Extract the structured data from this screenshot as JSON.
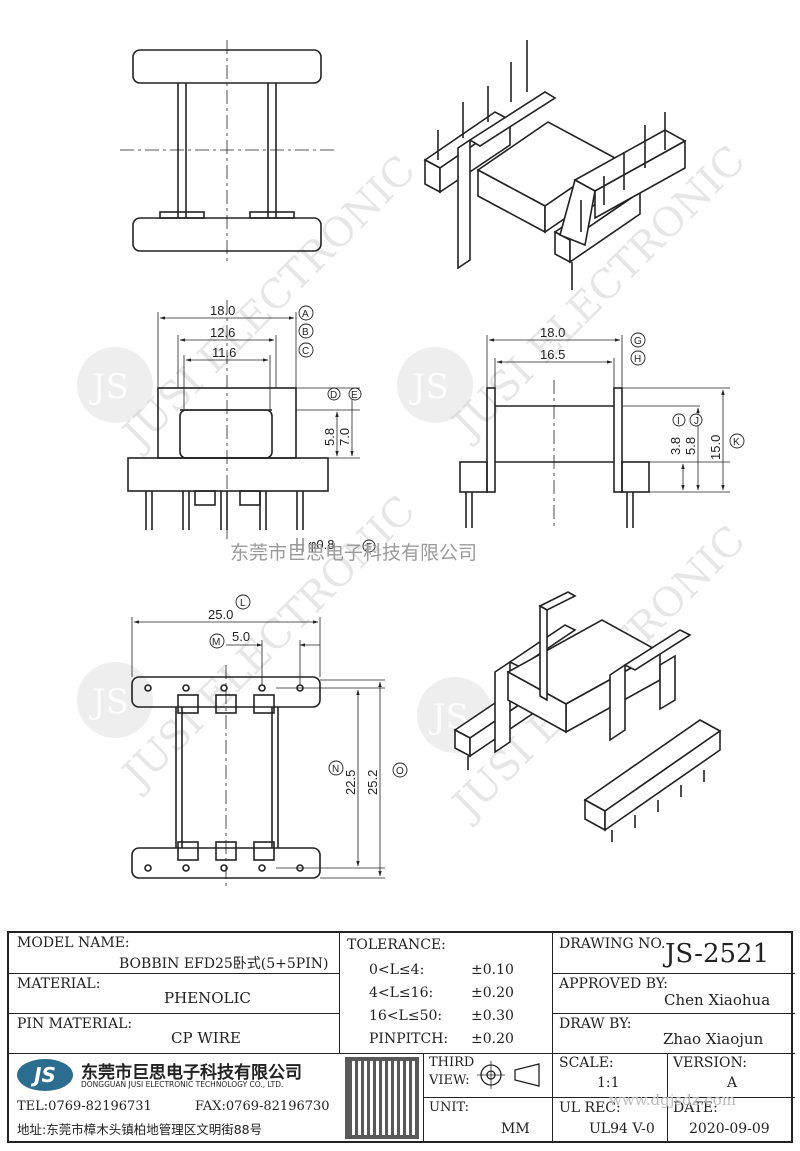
{
  "watermark": {
    "company_cn": "东莞市巨思电子科技有限公司",
    "brand_en": "JUSI ELECTRONIC",
    "logo_text": "JS"
  },
  "dimensions": {
    "front": {
      "A": "18.0",
      "B": "12.6",
      "C": "11.6",
      "D_E": "5.8",
      "E": "7.0",
      "F": "φ0.8"
    },
    "side": {
      "G": "18.0",
      "H": "16.5",
      "I": "3.8",
      "J": "5.8",
      "K": "15.0"
    },
    "bottom": {
      "L": "25.0",
      "M": "5.0",
      "N": "22.5",
      "O": "25.2"
    },
    "bubbles": {
      "A": "A",
      "B": "B",
      "C": "C",
      "D": "D",
      "E": "E",
      "F": "F",
      "G": "G",
      "H": "H",
      "I": "I",
      "J": "J",
      "K": "K",
      "L": "L",
      "M": "M",
      "N": "N",
      "O": "O"
    }
  },
  "title_block": {
    "model_name_label": "MODEL NAME:",
    "model_name": "BOBBIN EFD25卧式(5+5PIN)",
    "material_label": "MATERIAL:",
    "material": "PHENOLIC",
    "pin_material_label": "PIN MATERIAL:",
    "pin_material": "CP WIRE",
    "tolerance_label": "TOLERANCE:",
    "tolerances": [
      {
        "range": "0<L≤4:",
        "value": "±0.10"
      },
      {
        "range": "4<L≤16:",
        "value": "±0.20"
      },
      {
        "range": "16<L≤50:",
        "value": "±0.30"
      },
      {
        "range": "PINPITCH:",
        "value": "±0.20"
      }
    ],
    "drawing_no_label": "DRAWING NO.",
    "drawing_no": "JS-2521",
    "approved_by_label": "APPROVED BY:",
    "approved_by": "Chen Xiaohua",
    "draw_by_label": "DRAW BY:",
    "draw_by": "Zhao Xiaojun",
    "third_view_label_1": "THIRD",
    "third_view_label_2": "VIEW:",
    "unit_label": "UNIT:",
    "unit": "MM",
    "scale_label": "SCALE:",
    "scale": "1:1",
    "version_label": "VERSION:",
    "version": "A",
    "ul_rec_label": "UL REC:",
    "ul_rec": "UL94 V-0",
    "date_label": "DATE:",
    "date": "2020-09-09",
    "company_cn": "东莞市巨思电子科技有限公司",
    "company_en": "DONGGUAN JUSI ELECTRONIC TECHNOLOGY CO., LTD.",
    "tel": "TEL:0769-82196731",
    "fax": "FAX:0769-82196730",
    "address": "地址:东莞市樟木头镇柏地管理区文明街88号",
    "logo_text": "JS",
    "website": "www.dgjsdz.com"
  }
}
